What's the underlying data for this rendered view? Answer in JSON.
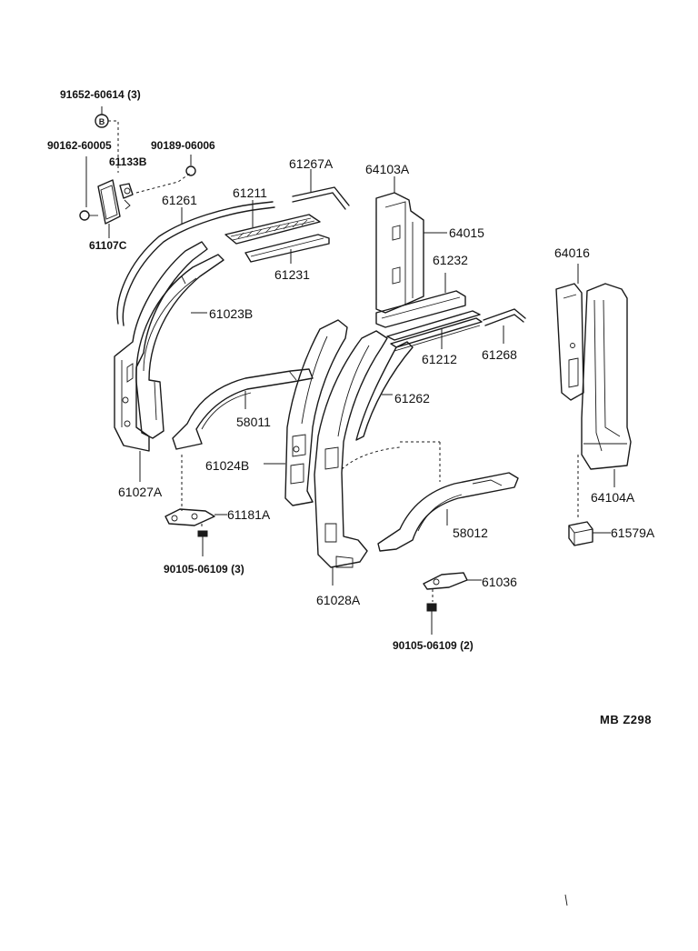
{
  "labels": {
    "p91652": "91652-60614 (3)",
    "p90162": "90162-60005",
    "p61133b": "61133B",
    "p90189": "90189-06006",
    "p61107c": "61107C",
    "p61261": "61261",
    "p61211": "61211",
    "p61267a": "61267A",
    "p64103a": "64103A",
    "p64015": "64015",
    "p61231": "61231",
    "p61232": "61232",
    "p64016": "64016",
    "p61023b": "61023B",
    "p61212": "61212",
    "p61268": "61268",
    "p61262": "61262",
    "p58011": "58011",
    "p61024b": "61024B",
    "p61027a": "61027A",
    "p64104a": "64104A",
    "p61181a": "61181A",
    "p58012": "58012",
    "p61579a": "61579A",
    "p90105a": "90105-06109 (3)",
    "p61036": "61036",
    "p61028a": "61028A",
    "p90105b": "90105-06109 (2)",
    "diagram_code": "MB  Z298"
  },
  "callouts": {
    "bolt_circle_letter": "B"
  },
  "colors": {
    "ink": "#1a1a1a",
    "paper": "#ffffff"
  }
}
